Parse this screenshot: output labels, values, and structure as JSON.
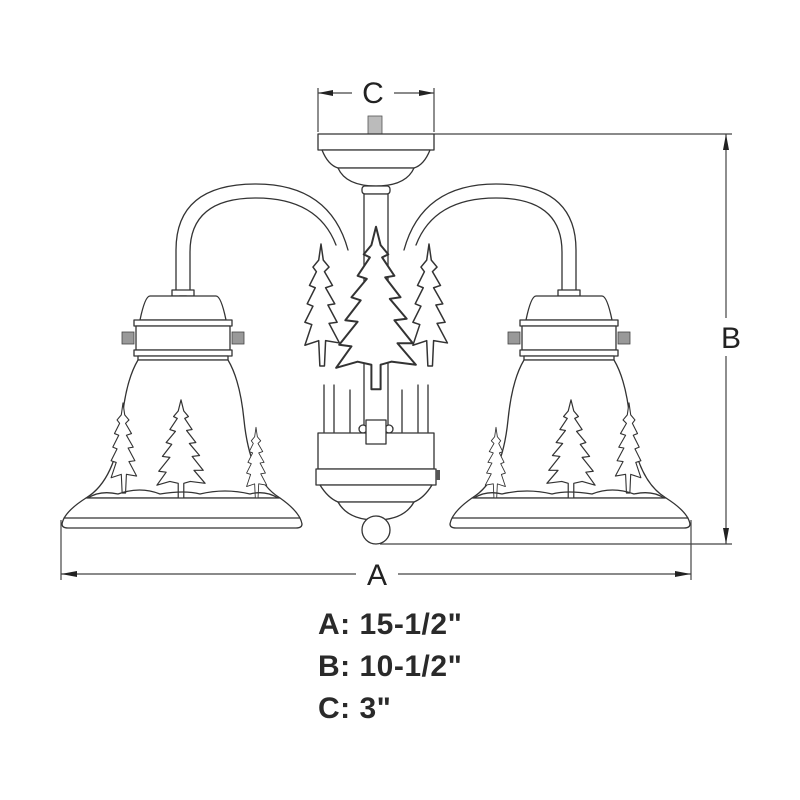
{
  "diagram": {
    "subject": "three-light ceiling fixture with pine tree cutout bell shades",
    "dimension_labels": {
      "width": "A",
      "height": "B",
      "canopy": "C"
    }
  },
  "specs": [
    {
      "key": "A:",
      "value": "15-1/2\""
    },
    {
      "key": "B:",
      "value": "10-1/2\""
    },
    {
      "key": "C:",
      "value": "3\""
    }
  ],
  "colors": {
    "line": "#333333",
    "text": "#2a2a2a",
    "background": "#ffffff"
  }
}
